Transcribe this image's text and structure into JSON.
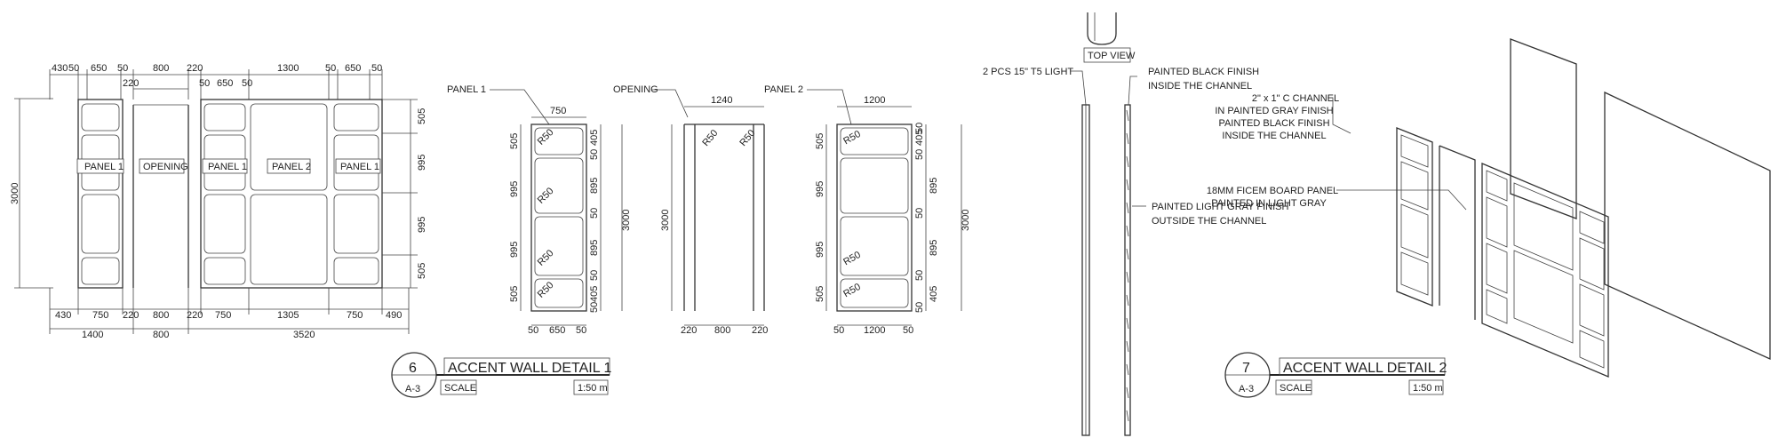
{
  "elevation": {
    "panel1_label": "PANEL 1",
    "panel2_label": "PANEL 2",
    "opening_label": "OPENING",
    "height": "3000",
    "top_dims": [
      "430",
      "50",
      "650",
      "50",
      "800",
      "220",
      "1300",
      "50",
      "650",
      "50"
    ],
    "top_dims_row2": [
      "220",
      "50",
      "650",
      "50"
    ],
    "right_dims": [
      "505",
      "995",
      "995",
      "505"
    ],
    "bottom_dims": [
      "430",
      "750",
      "220",
      "800",
      "220",
      "750",
      "1305",
      "750",
      "490"
    ],
    "bottom_totals": [
      "1400",
      "800",
      "3520"
    ]
  },
  "panel1": {
    "label": "PANEL 1",
    "width": "750",
    "bottom_dims": [
      "50",
      "650",
      "50"
    ],
    "left_dims": [
      "505",
      "995",
      "995",
      "505"
    ],
    "right_dims": [
      "405",
      "50",
      "895",
      "50",
      "895",
      "50",
      "405",
      "50"
    ],
    "height": "3000",
    "radius": "R50"
  },
  "opening": {
    "label": "OPENING",
    "width": "1240",
    "height": "3000",
    "bottom_dims": [
      "220",
      "800",
      "220"
    ],
    "radius": "R50"
  },
  "panel2": {
    "label": "PANEL 2",
    "width": "1200",
    "bottom_dims": [
      "50",
      "1200",
      "50"
    ],
    "left_dims": [
      "505",
      "995",
      "995",
      "505"
    ],
    "right_dims": [
      "50",
      "405",
      "50",
      "895",
      "50",
      "895",
      "50",
      "405",
      "50"
    ],
    "height": "3000",
    "radius": "R50"
  },
  "title6": {
    "number": "6",
    "sheet": "A-3",
    "title": "ACCENT WALL DETAIL 1",
    "scale_label": "SCALE",
    "scale_value": "1:50 m"
  },
  "section": {
    "top_view": "TOP VIEW",
    "light_note": "2 PCS 15\" T5 LIGHT",
    "black_note_1": "PAINTED BLACK FINISH",
    "black_note_2": "INSIDE THE CHANNEL",
    "gray_note_1": "PAINTED LIGHT GRAY FINISH",
    "gray_note_2": "OUTSIDE THE CHANNEL"
  },
  "iso": {
    "channel_note": [
      "2\" x 1\" C CHANNEL",
      "IN PAINTED GRAY FINISH",
      "PAINTED BLACK FINISH",
      "INSIDE THE CHANNEL"
    ],
    "board_note": [
      "18MM FICEM BOARD PANEL",
      "PAINTED IN LIGHT GRAY"
    ]
  },
  "title7": {
    "number": "7",
    "sheet": "A-3",
    "title": "ACCENT WALL DETAIL 2",
    "scale_label": "SCALE",
    "scale_value": "1:50 m"
  }
}
